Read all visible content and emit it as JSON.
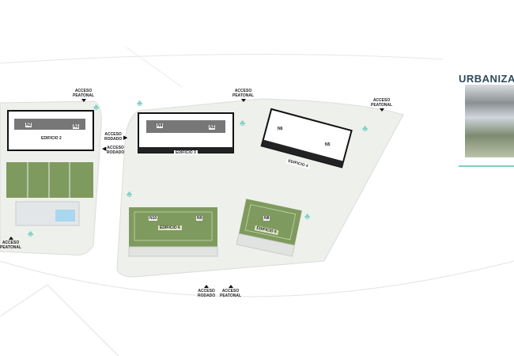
{
  "access_labels": {
    "peatonal_top_left": [
      "ACCESO",
      "PEATONAL"
    ],
    "peatonal_top_mid": [
      "ACCESO",
      "PEATONAL"
    ],
    "peatonal_top_right": [
      "ACCESO",
      "PEATONAL"
    ],
    "peatonal_bottom_left": [
      "ACCESO",
      "PEATONAL"
    ],
    "rodado_mid_1": [
      "ACCESO",
      "RODADO"
    ],
    "rodado_mid_2": [
      "ACCESO",
      "RODADO"
    ],
    "rodado_bottom": [
      "ACCESO",
      "RODADO"
    ],
    "peatonal_bottom": [
      "ACCESO",
      "PEATONAL"
    ]
  },
  "buildings": {
    "edificio2": {
      "name": "EDIFICIO 2",
      "units": [
        "N2",
        "N1"
      ]
    },
    "edificio3": {
      "name": "EDIFICIO 3",
      "units": [
        "N4",
        "N3"
      ]
    },
    "edificio4": {
      "name": "EDIFICIO 4",
      "units": [
        "N6",
        "N5"
      ]
    },
    "edificio5": {
      "name": "EDIFICIO 5",
      "units": [
        "N8"
      ]
    },
    "edificio6": {
      "name": "EDIFICIO 6",
      "units": [
        "N10",
        "N9"
      ]
    }
  },
  "card": {
    "title": "URBANIZA"
  },
  "colors": {
    "lawn": "#7f9a5e",
    "site": "#eef0ec",
    "tree": "#7fcfc4",
    "accent": "#7ccfc0"
  }
}
